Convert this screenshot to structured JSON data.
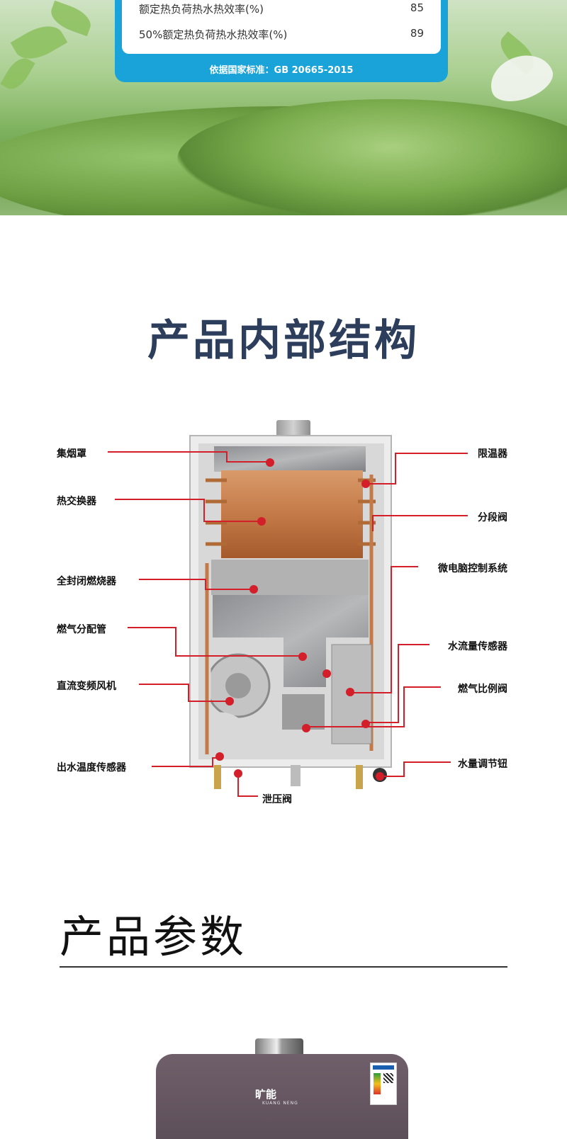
{
  "efficiency_card": {
    "rows": [
      {
        "label": "额定热负荷热水热效率(%)",
        "value": "85"
      },
      {
        "label": "50%额定热负荷热水热效率(%)",
        "value": "89"
      }
    ],
    "standard": "依据国家标准：GB 20665-2015"
  },
  "structure_section": {
    "title": "产品内部结构",
    "labels_left": [
      "集烟罩",
      "热交换器",
      "全封闭燃烧器",
      "燃气分配管",
      "直流变频风机",
      "出水温度传感器"
    ],
    "labels_right": [
      "限温器",
      "分段阀",
      "微电脑控制系统",
      "水流量传感器",
      "燃气比例阀",
      "水量调节钮"
    ],
    "label_bottom": "泄压阀"
  },
  "params_section": {
    "title": "产品参数"
  },
  "product": {
    "brand": "旷能",
    "brand_sub": "KUANG NENG"
  },
  "colors": {
    "callout": "#d21f2a",
    "title": "#2d3e5c",
    "card": "#1aa3d8"
  }
}
